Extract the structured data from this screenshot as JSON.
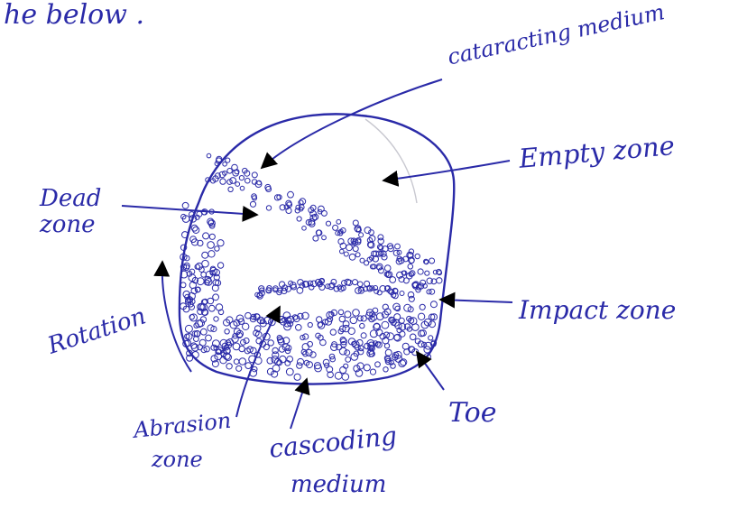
{
  "ink_color": "#2a2aa8",
  "pencil_color": "#c8c8d0",
  "header_text": "he below .",
  "labels": {
    "cataracting_medium": "cataracting medium",
    "empty_zone": "Empty zone",
    "dead_zone_line1": "Dead",
    "dead_zone_line2": "zone",
    "impact_zone": "Impact zone",
    "rotation": "Rotation",
    "toe": "Toe",
    "abrasion_zone_line1": "Abrasion",
    "abrasion_zone_line2": "zone",
    "cascading_medium_line1": "cascoding",
    "cascading_medium_line2": "medium"
  }
}
